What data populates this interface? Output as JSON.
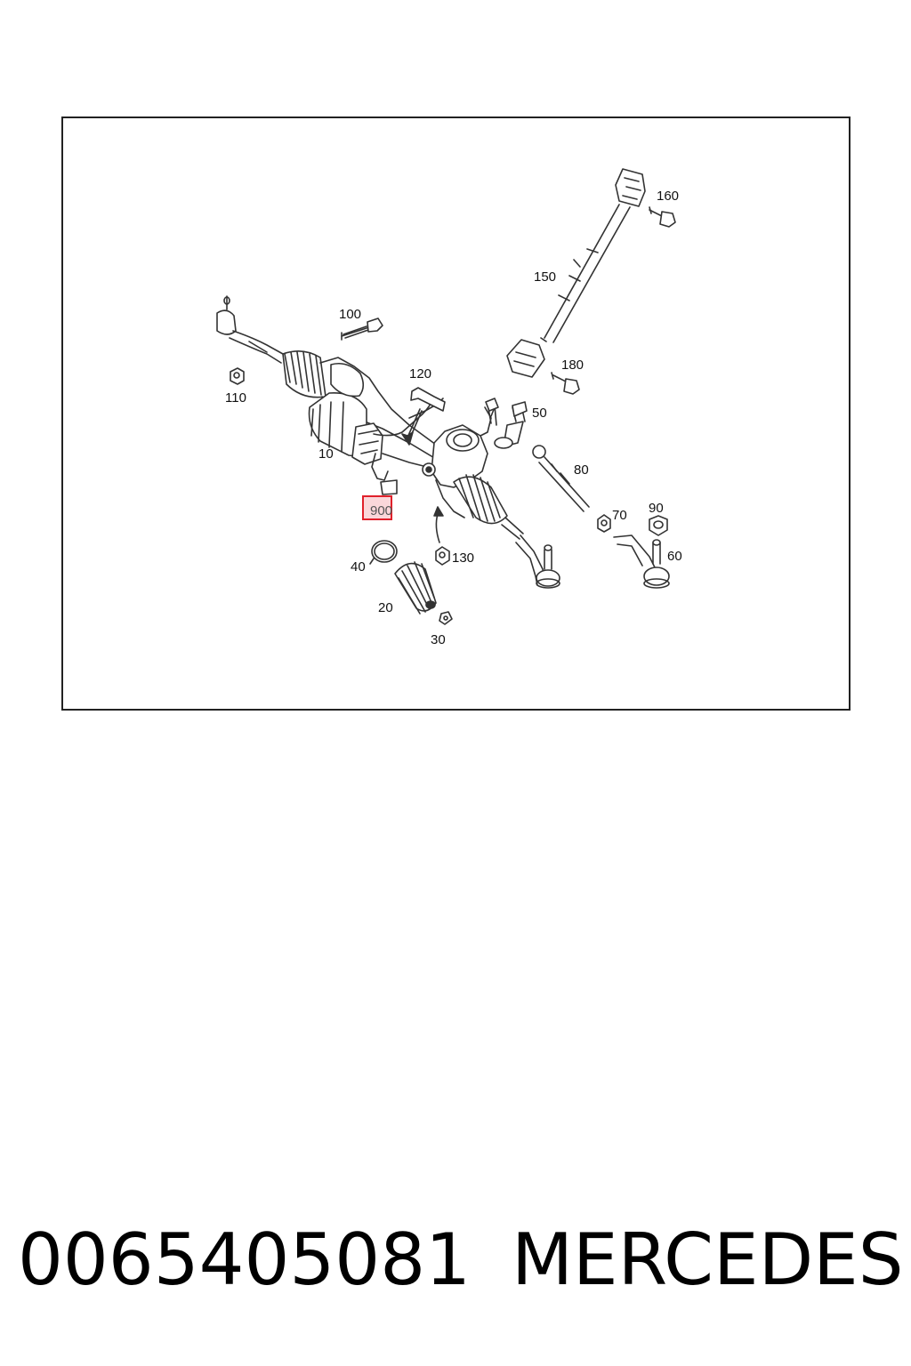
{
  "diagram": {
    "labels": {
      "p10": "10",
      "p20": "20",
      "p30": "30",
      "p40": "40",
      "p50": "50",
      "p60": "60",
      "p70": "70",
      "p80": "80",
      "p90": "90",
      "p100": "100",
      "p110": "110",
      "p120": "120",
      "p130": "130",
      "p150": "150",
      "p160": "160",
      "p180": "180",
      "p900": "900"
    },
    "highlight_color": "#e0202a"
  },
  "caption": {
    "part_number": "0065405081",
    "brand": "MERCEDES"
  }
}
